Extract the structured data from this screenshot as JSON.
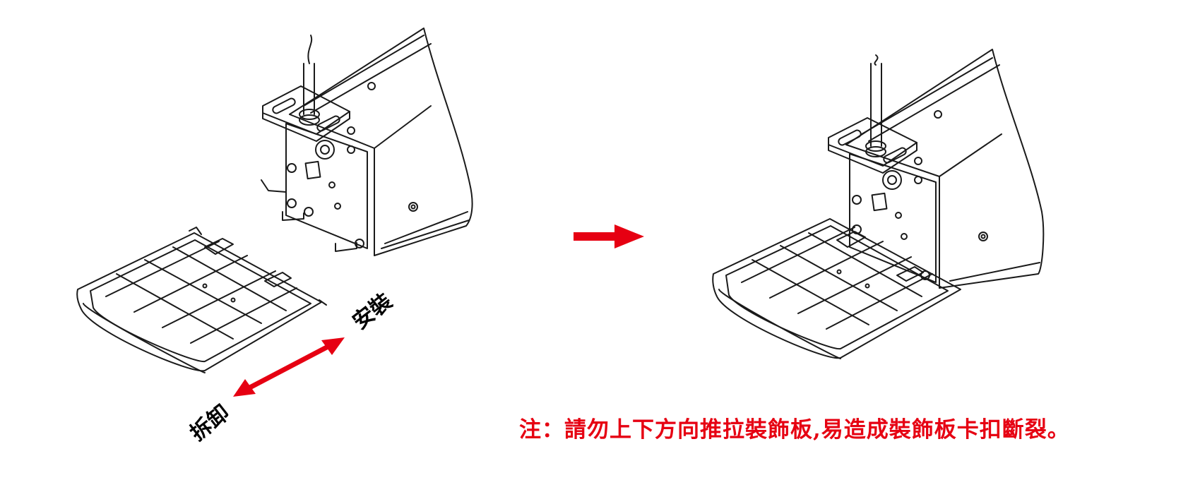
{
  "labels": {
    "install": "安裝",
    "remove": "拆卸"
  },
  "note": "注：請勿上下方向推拉裝飾板,易造成裝飾板卡扣斷裂。",
  "colors": {
    "accent": "#e60012",
    "line": "#1a1a1a",
    "background": "#ffffff"
  }
}
